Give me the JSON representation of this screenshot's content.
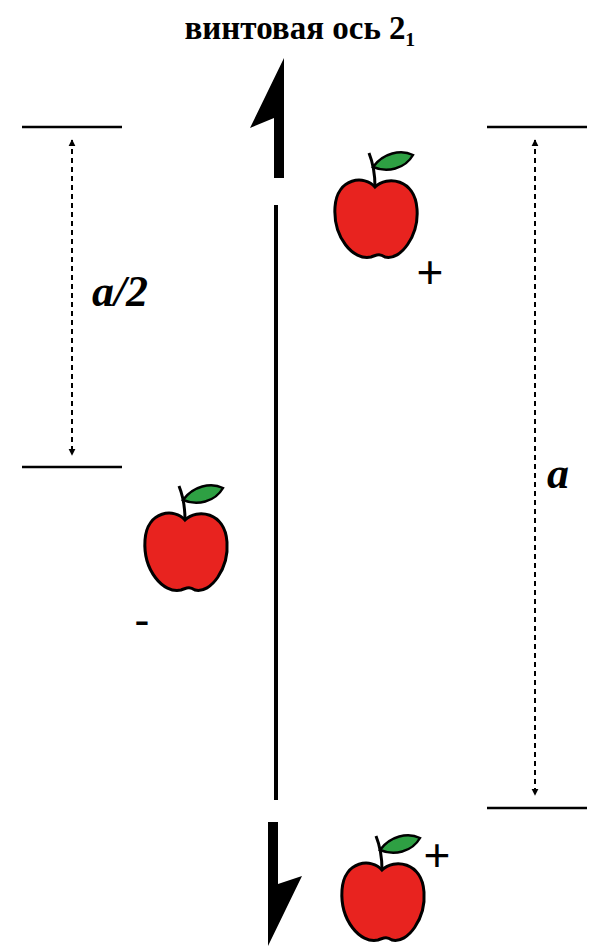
{
  "diagram": {
    "title": "винтовая ось 2₁",
    "labels": [
      "a/2",
      "a",
      "+",
      "-",
      "+"
    ]
  }
}
